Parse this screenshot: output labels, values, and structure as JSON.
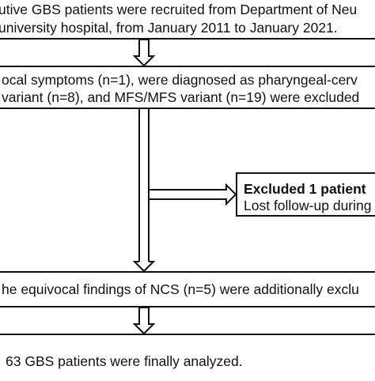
{
  "flowchart": {
    "box1": {
      "line1": "utive GBS patients were recruited from Department of Neu",
      "line2": "university hospital, from January 2011 to January 2021."
    },
    "box2": {
      "line1": "ocal symptoms (n=1), were diagnosed as pharyngeal-cerv",
      "line2": "variant (n=8), and MFS/MFS variant (n=19) were excluded"
    },
    "side_box": {
      "title": "Excluded 1 patient",
      "detail": "Lost follow-up during"
    },
    "box3": {
      "line1": "he equivocal findings of NCS (n=5) were additionally exclu"
    },
    "box4": {
      "line1": "63 GBS patients were finally analyzed."
    }
  }
}
